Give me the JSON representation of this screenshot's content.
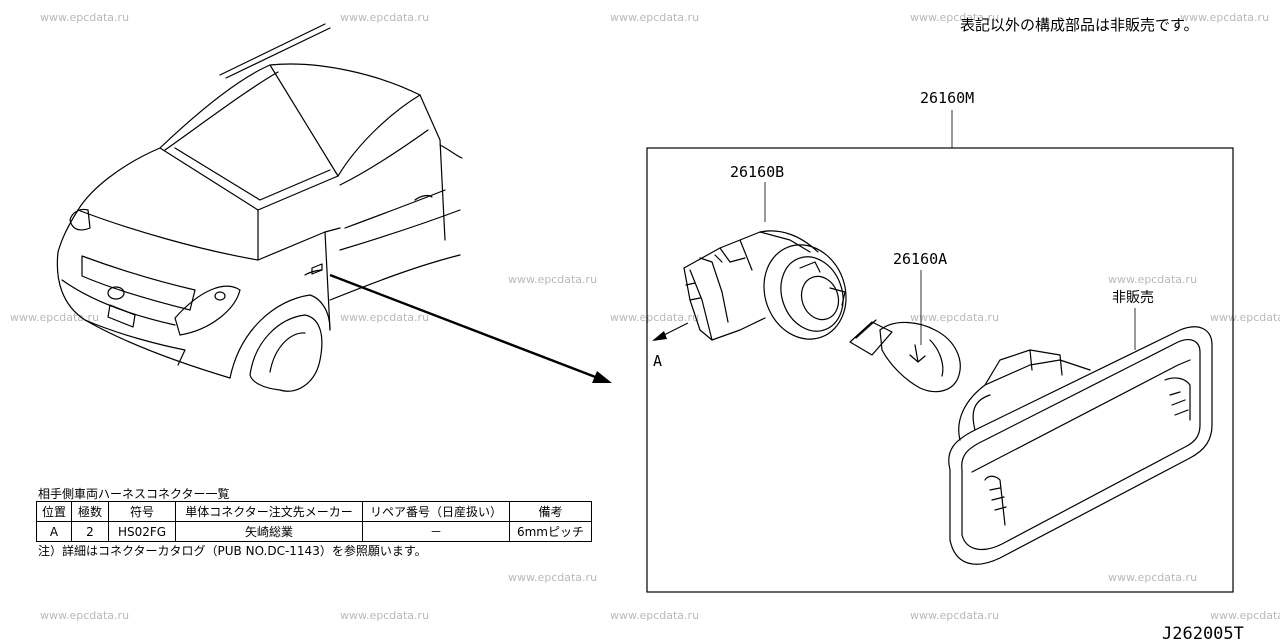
{
  "watermark": "www.epcdata.ru",
  "header_note": "表記以外の構成部品は非販売です。",
  "parts": {
    "assembly": "26160M",
    "socket": "26160B",
    "bulb": "26160A",
    "lens": "非販売",
    "connector_ref": "A"
  },
  "table": {
    "title": "相手側車両ハーネスコネクター一覧",
    "headers": [
      "位置",
      "極数",
      "符号",
      "単体コネクター注文先メーカー",
      "リペア番号（日産扱い）",
      "備考"
    ],
    "rows": [
      [
        "A",
        "2",
        "HS02FG",
        "矢崎総業",
        "－",
        "6mmピッチ"
      ]
    ],
    "footnote": "注）詳細はコネクターカタログ（PUB NO.DC-1143）を参照願います。"
  },
  "diagram_code": "J262005T"
}
